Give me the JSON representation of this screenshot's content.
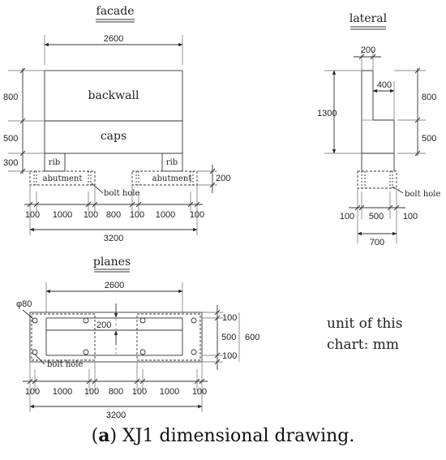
{
  "views": {
    "facade": {
      "title": "facade",
      "dims": {
        "top_width": "2600",
        "h_backwall": "800",
        "h_caps": "500",
        "h_rib": "300",
        "h_abutment": "200",
        "b1": "100",
        "b2": "1000",
        "b3": "100",
        "b4": "800",
        "b5": "100",
        "b6": "1000",
        "b7": "100",
        "total": "3200"
      },
      "labels": {
        "backwall": "backwall",
        "caps": "caps",
        "rib_left": "rib",
        "rib_right": "rib",
        "abutment_left": "abutment",
        "abutment_right": "abutment",
        "bolt_hole": "bolt hole"
      }
    },
    "lateral": {
      "title": "lateral",
      "dims": {
        "top_width": "200",
        "step_width": "400",
        "height_total": "1300",
        "h_upper": "800",
        "h_lower": "500",
        "b1": "100",
        "b2": "500",
        "b3": "100",
        "total": "700"
      },
      "labels": {
        "bolt_hole": "bolt hole"
      }
    },
    "planes": {
      "title": "planes",
      "dims": {
        "top_width": "2600",
        "hole_dia": "φ80",
        "gap": "200",
        "r1": "100",
        "r2": "500",
        "r3": "100",
        "height_total": "600",
        "b1": "100",
        "b2": "1000",
        "b3": "100",
        "b4": "800",
        "b5": "100",
        "b6": "1000",
        "b7": "100",
        "total": "3200"
      },
      "labels": {
        "bolt_hole": "bolt hole"
      }
    }
  },
  "note": {
    "line1": "unit of this",
    "line2": "chart: mm"
  },
  "caption": {
    "label": "a",
    "text": "XJ1 dimensional drawing."
  }
}
